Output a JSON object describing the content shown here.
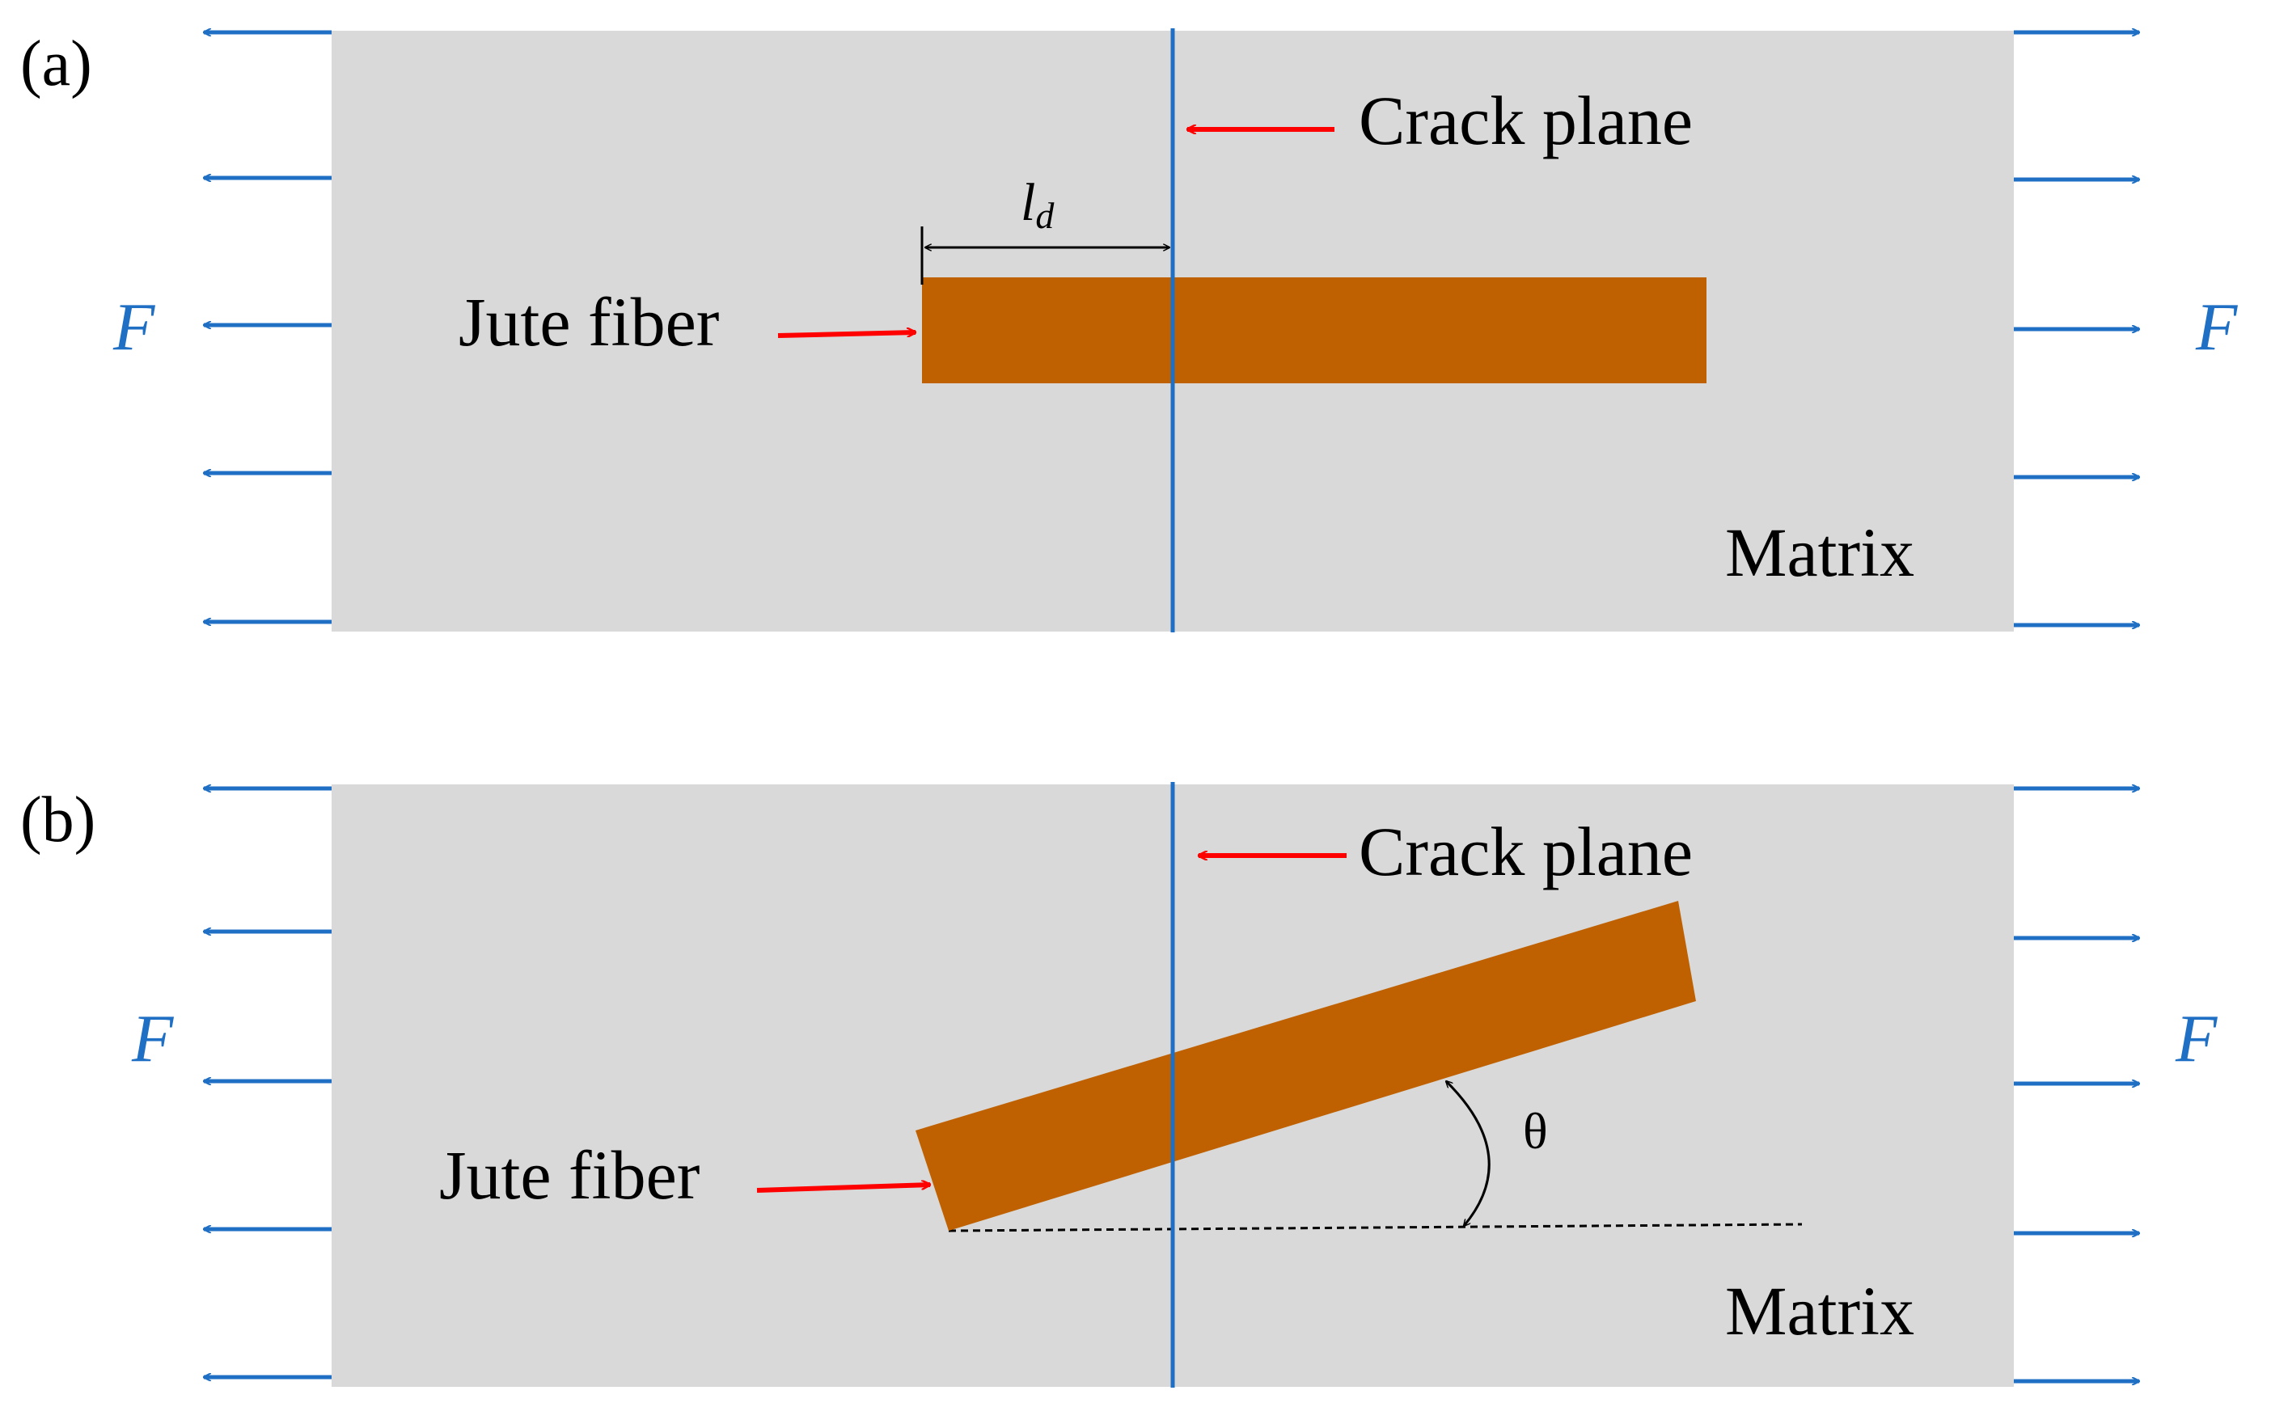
{
  "colors": {
    "matrix": "#d9d9d9",
    "fiber": "#bf6100",
    "crack": "#1f6fc4",
    "force_arrow": "#1f6fc4",
    "label_arrow": "#ff0000",
    "text": "#000000"
  },
  "panel_a": {
    "tag": "(a)",
    "crack_label": "Crack plane",
    "fiber_label": "Jute fiber",
    "matrix_label": "Matrix",
    "force_left": "F",
    "force_right": "F",
    "debond_symbol": "l",
    "debond_subscript": "d"
  },
  "panel_b": {
    "tag": "(b)",
    "crack_label": "Crack plane",
    "fiber_label": "Jute fiber",
    "matrix_label": "Matrix",
    "force_left": "F",
    "force_right": "F",
    "angle_symbol": "θ"
  }
}
